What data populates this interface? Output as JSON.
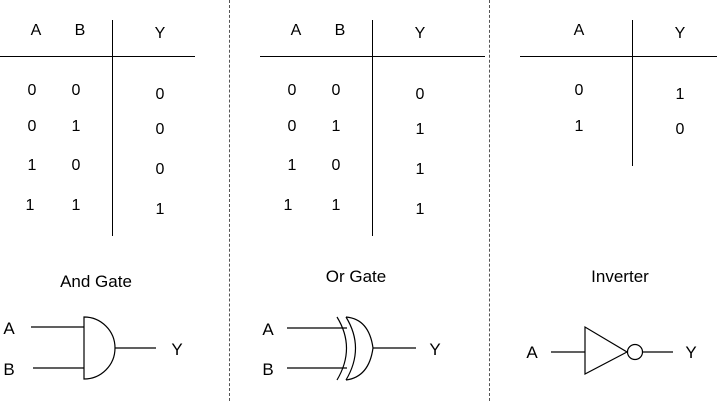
{
  "and_panel": {
    "headers": [
      "A",
      "B",
      "Y"
    ],
    "rows": [
      [
        "0",
        "0",
        "0"
      ],
      [
        "0",
        "1",
        "0"
      ],
      [
        "1",
        "0",
        "0"
      ],
      [
        "1",
        "1",
        "1"
      ]
    ],
    "title": "And Gate",
    "inputs": [
      "A",
      "B"
    ],
    "output": "Y"
  },
  "or_panel": {
    "headers": [
      "A",
      "B",
      "Y"
    ],
    "rows": [
      [
        "0",
        "0",
        "0"
      ],
      [
        "0",
        "1",
        "1"
      ],
      [
        "1",
        "0",
        "1"
      ],
      [
        "1",
        "1",
        "1"
      ]
    ],
    "title": "Or Gate",
    "inputs": [
      "A",
      "B"
    ],
    "output": "Y"
  },
  "inverter_panel": {
    "headers": [
      "A",
      "Y"
    ],
    "rows": [
      [
        "0",
        "1"
      ],
      [
        "1",
        "0"
      ]
    ],
    "title": "Inverter",
    "input": "A",
    "output": "Y"
  }
}
